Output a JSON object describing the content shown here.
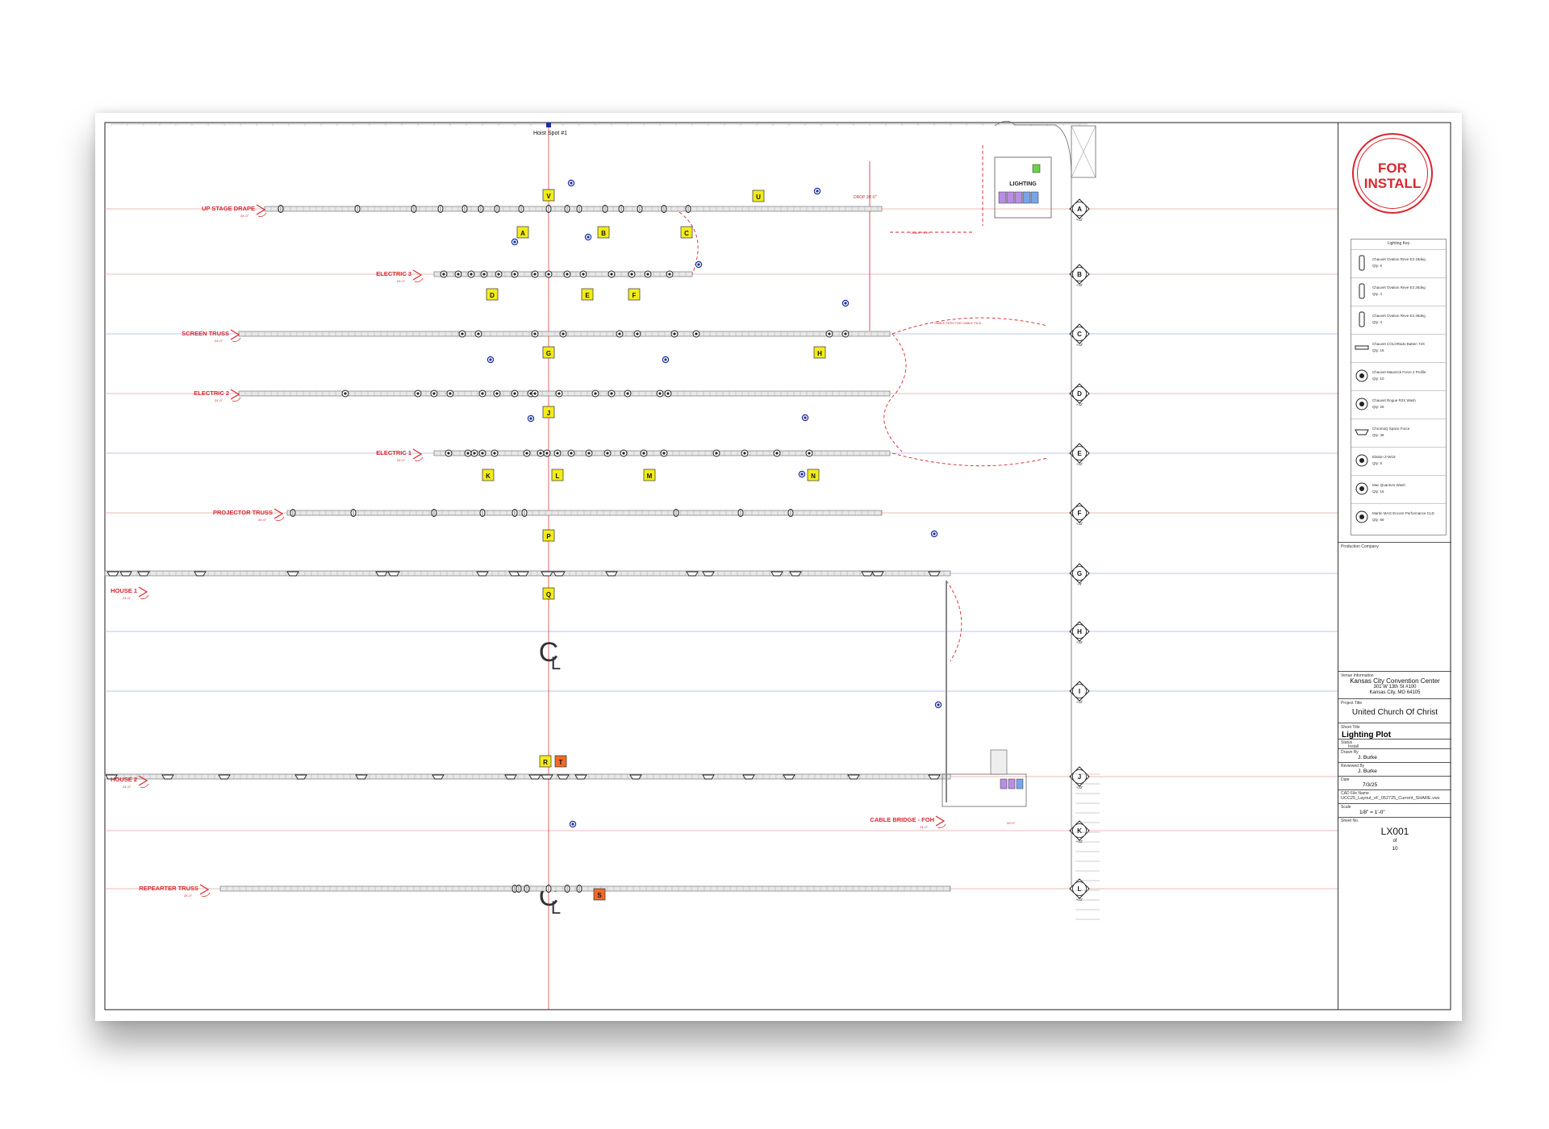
{
  "stamp": {
    "line1": "FOR",
    "line2": "INSTALL"
  },
  "hoist": {
    "label": "Hoist Spot #1",
    "tag": "A"
  },
  "centerline": {
    "label": "CL"
  },
  "colors": {
    "red": "#d9262e",
    "line": "#cfa0a0",
    "blue": "#1c2e9e",
    "tag": "#f3ec1a",
    "tag_alt": "#f06a2a"
  },
  "positions": [
    {
      "name": "UP STAGE DRAPE",
      "height": "24'-0\""
    },
    {
      "name": "ELECTRIC 3",
      "height": "24'-0\""
    },
    {
      "name": "SCREEN TRUSS",
      "height": "24'-0\""
    },
    {
      "name": "ELECTRIC 2",
      "height": "24'-0\""
    },
    {
      "name": "ELECTRIC 1",
      "height": "24'-0\""
    },
    {
      "name": "PROJECTOR TRUSS",
      "height": "24'-0\""
    },
    {
      "name": "HOUSE 1",
      "height": "24'-0\""
    },
    {
      "name": "HOUSE 2",
      "height": "24'-0\""
    },
    {
      "name": "CABLE BRIDGE - FOH",
      "height": "24'-0\""
    },
    {
      "name": "REPEARTER TRUSS",
      "height": "24'-0\""
    }
  ],
  "gridlines": [
    {
      "letter": "A",
      "dist": "+42'"
    },
    {
      "letter": "B",
      "dist": "+42'"
    },
    {
      "letter": "C",
      "dist": "+42'"
    },
    {
      "letter": "D",
      "dist": "+42'"
    },
    {
      "letter": "E",
      "dist": "+42'"
    },
    {
      "letter": "F",
      "dist": "+32'"
    },
    {
      "letter": "G",
      "dist": "+4'"
    },
    {
      "letter": "H",
      "dist": "+32'"
    },
    {
      "letter": "I",
      "dist": "+32'"
    },
    {
      "letter": "J",
      "dist": "+32'"
    },
    {
      "letter": "K",
      "dist": "+32'"
    },
    {
      "letter": "L",
      "dist": "+32'"
    }
  ],
  "hoist_tags": [
    "V",
    "U",
    "A",
    "B",
    "C",
    "D",
    "E",
    "F",
    "G",
    "H",
    "J",
    "K",
    "L",
    "M",
    "N",
    "P",
    "Q",
    "R",
    "T",
    "S"
  ],
  "notes": {
    "drop": "DROP 20'-0\"",
    "keep_clear": "KEEP CLEAR",
    "cable_path": "CABLE PATH",
    "cable_path_foh": "CABLE PATH FOR CABLE PICK",
    "lighting_box": "LIGHTING",
    "dim_20": "20'-0\""
  },
  "lighting_key": {
    "title": "Lighting Key",
    "items": [
      {
        "name": "Chauvet Ovation Reve E3 19deg",
        "qty": "Qty: 6",
        "icon": "ellipsoidal-icon"
      },
      {
        "name": "Chauvet Ovation Reve E3 26deg",
        "qty": "Qty: 4",
        "icon": "ellipsoidal-icon"
      },
      {
        "name": "Chauvet Ovation Reve E3 36deg",
        "qty": "Qty: 4",
        "icon": "ellipsoidal-icon"
      },
      {
        "name": "Chauvet COLORado Batten 72X",
        "qty": "Qty: 16",
        "icon": "batten-icon"
      },
      {
        "name": "Chauvet Maverick Force 2 Profile",
        "qty": "Qty: 10",
        "icon": "moving-head-icon"
      },
      {
        "name": "Chauvet Rogue R2X Wash",
        "qty": "Qty: 26",
        "icon": "wash-icon"
      },
      {
        "name": "ChromaQ Space Force",
        "qty": "Qty: 36",
        "icon": "space-force-icon"
      },
      {
        "name": "Elation Z-W19",
        "qty": "Qty: 8",
        "icon": "wash-icon"
      },
      {
        "name": "Mac Quantum Wash",
        "qty": "Qty: 16",
        "icon": "wash-icon"
      },
      {
        "name": "Martin MAG Encore Performance CLD",
        "qty": "Qty: 66",
        "icon": "moving-head-icon"
      }
    ]
  },
  "title_block": {
    "production_company_label": "Production Company",
    "venue_label": "Venue Information",
    "venue_name": "Kansas City Convention Center",
    "venue_address": "301 W 13th St #100",
    "venue_city": "Kansas City, MO 64105",
    "project_label": "Project Title",
    "project_title": "United Church Of Christ",
    "sheet_title_label": "Sheet Title",
    "sheet_title": "Lighting Plot",
    "status_label": "Status",
    "status": "Install",
    "drawn_label": "Drawn By",
    "drawn_by": "J. Burke",
    "reviewed_label": "Reviewed By",
    "reviewed_by": "J. Burke",
    "date_label": "Date",
    "date": "7/3/25",
    "cad_label": "CAD File Name",
    "cad_file": "UCC25_Layout_vF_052725_Current_SHARE.vwx",
    "scale_label": "Scale",
    "scale": "1/8\" = 1'-0\"",
    "sheet_no_label": "Sheet No.",
    "sheet_no": "LX001",
    "of": "of",
    "total": "10"
  }
}
